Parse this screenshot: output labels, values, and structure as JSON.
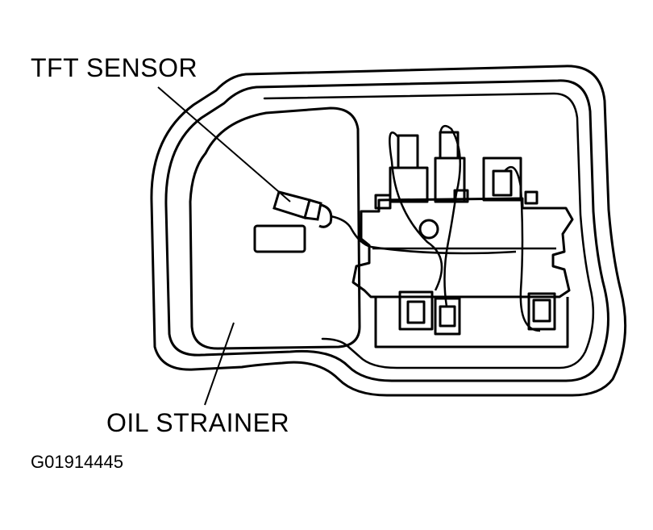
{
  "labels": {
    "tft_sensor": "TFT SENSOR",
    "oil_strainer": "OIL STRAINER",
    "figure_code": "G01914445"
  },
  "colors": {
    "ink": "#000000",
    "paper": "#ffffff"
  }
}
